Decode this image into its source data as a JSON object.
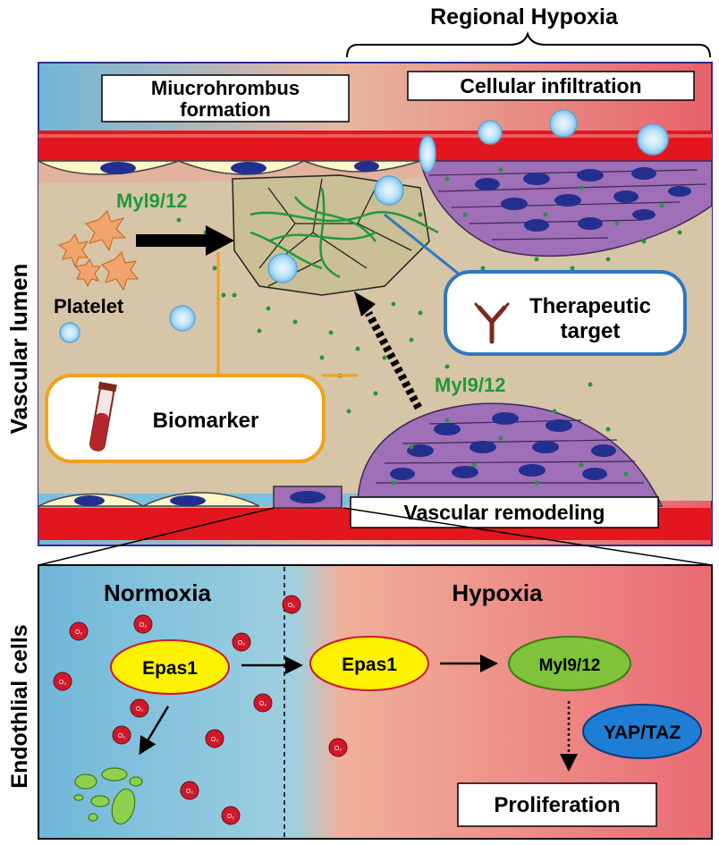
{
  "labels": {
    "regional_hypoxia": "Regional Hypoxia",
    "vascular_lumen": "Vascular lumen",
    "endothelial_cells": "Endothlial cells",
    "microthrombus_line1": "Miucrohrombus",
    "microthrombus_line2": "formation",
    "cellular_infiltration": "Cellular infiltration",
    "myl_top": "Myl9/12",
    "platelet": "Platelet",
    "therapeutic_line1": "Therapeutic",
    "therapeutic_line2": "target",
    "myl_mid": "Myl9/12",
    "biomarker": "Biomarker",
    "vascular_remodeling": "Vascular remodeling",
    "normoxia": "Normoxia",
    "hypoxia": "Hypoxia",
    "epas1_normoxia": "Epas1",
    "epas1_hypoxia": "Epas1",
    "myl_node": "Myl9/12",
    "yap_taz": "YAP/TAZ",
    "proliferation": "Proliferation",
    "o2_symbol": "O₂"
  },
  "colors": {
    "vessel_wall": "#e3161e",
    "lumen_tan": "#d6c5a6",
    "smc_purple": "#9f6fb7",
    "nucleus_blue": "#232f8f",
    "myl_green": "#1f9a3a",
    "biomarker_orange": "#f0a21d",
    "therapeutic_blue": "#2f77c0",
    "epas1_yellow": "#fff200",
    "myl_node_green": "#7ec33a",
    "yap_blue": "#1e7dd4",
    "o2_red": "#d0182b"
  }
}
